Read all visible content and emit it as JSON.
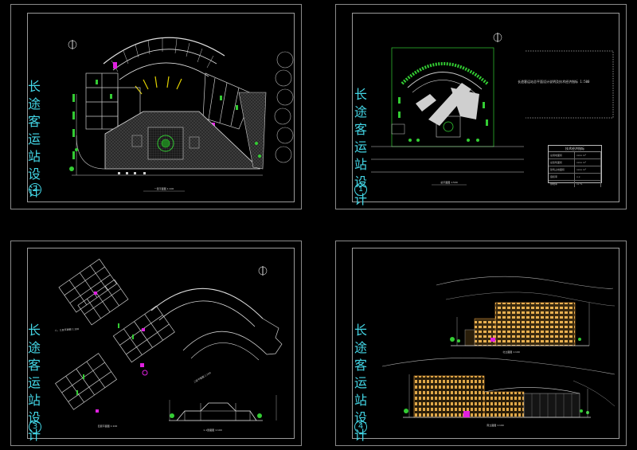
{
  "sheets": [
    {
      "title_chars": [
        "长",
        "途",
        "客",
        "运",
        "站",
        "设",
        "计"
      ],
      "number": "2",
      "caption": "一层平面图 1:100"
    },
    {
      "title_chars": [
        "长",
        "途",
        "客",
        "运",
        "站",
        "设",
        "计"
      ],
      "number": "1",
      "caption": "总平面图 1:500",
      "note": "长途客运站总平面设计说明及技术经济指标 1:500",
      "table_title": "技术经济指标",
      "table_rows": [
        [
          "总用地面积",
          "xxxx m²"
        ],
        [
          "总建筑面积",
          "xxxx m²"
        ],
        [
          "建筑占地面积",
          "xxxx m²"
        ],
        [
          "容积率",
          "x.x"
        ],
        [
          "绿地率",
          "xx %"
        ]
      ]
    },
    {
      "title_chars": [
        "长",
        "途",
        "客",
        "运",
        "站",
        "设",
        "计"
      ],
      "number": "3",
      "caption_a": "二、三层平面图 1:100",
      "caption_b": "二层平面图 1:100",
      "caption_c": "1-1剖面图 1:100",
      "caption_d": "四层平面图 1:100"
    },
    {
      "title_chars": [
        "长",
        "途",
        "客",
        "运",
        "站",
        "设",
        "计"
      ],
      "number": "4",
      "caption_a": "北立面图 1:100",
      "caption_b": "南立面图 1:100"
    }
  ],
  "colors": {
    "background": "#000000",
    "title": "#43d6e6",
    "line_white": "#d8d8d8",
    "line_green": "#33cc33",
    "line_yellow": "#e0d000",
    "accent_magenta": "#e020e0",
    "building_orange": "#e8a040"
  }
}
